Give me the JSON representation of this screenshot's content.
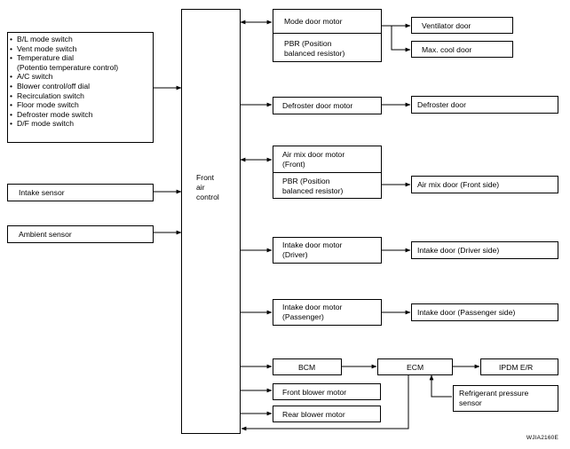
{
  "inputs": {
    "switch_list": [
      {
        "text": "B/L mode switch",
        "bullet": true
      },
      {
        "text": "Vent mode switch",
        "bullet": true
      },
      {
        "text": "Temperature dial",
        "bullet": true
      },
      {
        "text": "(Potentio temperature control)",
        "bullet": false
      },
      {
        "text": "A/C switch",
        "bullet": true
      },
      {
        "text": "Blower control/off dial",
        "bullet": true
      },
      {
        "text": "Recirculation switch",
        "bullet": true
      },
      {
        "text": "Floor mode switch",
        "bullet": true
      },
      {
        "text": "Defroster mode switch",
        "bullet": true
      },
      {
        "text": "D/F mode switch",
        "bullet": true
      }
    ],
    "intake_sensor": "Intake sensor",
    "ambient_sensor": "Ambient sensor"
  },
  "controller": {
    "line1": "Front",
    "line2": "air",
    "line3": "control"
  },
  "actuators": {
    "mode_door_motor": "Mode door motor",
    "mode_pbr_line1": "PBR (Position",
    "mode_pbr_line2": "balanced resistor)",
    "defroster_door_motor": "Defroster door motor",
    "air_mix_motor_line1": "Air mix door motor",
    "air_mix_motor_line2": "(Front)",
    "air_mix_pbr_line1": "PBR (Position",
    "air_mix_pbr_line2": "balanced resistor)",
    "intake_driver_line1": "Intake door motor",
    "intake_driver_line2": "(Driver)",
    "intake_pass_line1": "Intake door motor",
    "intake_pass_line2": "(Passenger)",
    "bcm": "BCM",
    "front_blower": "Front blower motor",
    "rear_blower": "Rear blower motor"
  },
  "outputs": {
    "ventilator_door": "Ventilator door",
    "max_cool_door": "Max. cool door",
    "defroster_door": "Defroster door",
    "air_mix_door": "Air mix door (Front side)",
    "intake_door_driver": "Intake door (Driver side)",
    "intake_door_passenger": "Intake door (Passenger side)",
    "ecm": "ECM",
    "ipdm": "IPDM E/R",
    "refrigerant_line1": "Refrigerant pressure",
    "refrigerant_line2": "sensor"
  },
  "figure_code": "WJIA2160E"
}
